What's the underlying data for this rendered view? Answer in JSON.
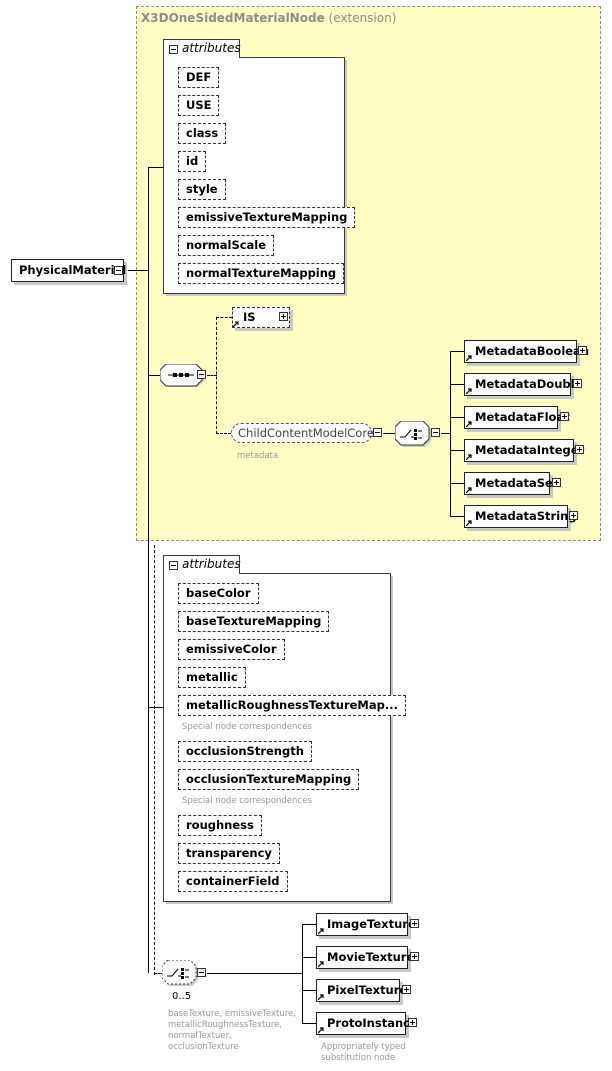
{
  "extension": {
    "name": "X3DOneSidedMaterialNode",
    "suffix": "(extension)"
  },
  "root_element": "PhysicalMaterial",
  "attributes_group_1": {
    "label": "attributes",
    "items": [
      "DEF",
      "USE",
      "class",
      "id",
      "style",
      "emissiveTextureMapping",
      "normalScale",
      "normalTextureMapping"
    ]
  },
  "is_element": "IS",
  "child_content": {
    "name": "ChildContentModelCore",
    "note": "metadata"
  },
  "metadata_elements": [
    "MetadataBoolean",
    "MetadataDouble",
    "MetadataFloat",
    "MetadataInteger",
    "MetadataSet",
    "MetadataString"
  ],
  "attributes_group_2": {
    "label": "attributes",
    "items": [
      "baseColor",
      "baseTextureMapping",
      "emissiveColor",
      "metallic",
      "metallicRoughnessTextureMap...",
      "occlusionStrength",
      "occlusionTextureMapping",
      "roughness",
      "transparency",
      "containerField"
    ],
    "note_1": "Special node correspondences",
    "note_2": "Special node correspondences"
  },
  "texture_choice": {
    "occurrence": "0..5",
    "note_lines": [
      "baseTexture, emissiveTexture,",
      "metallicRoughnessTexture,",
      "normalTextuer,",
      "occlusionTexture"
    ],
    "elements": [
      "ImageTexture",
      "MovieTexture",
      "PixelTexture",
      "ProtoInstance"
    ],
    "substitution_note": [
      "Appropriately typed",
      "substitution node"
    ]
  }
}
